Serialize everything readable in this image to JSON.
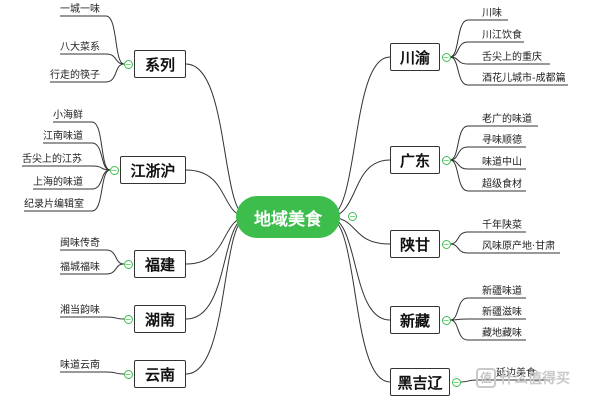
{
  "center": "地域美食",
  "collapse_symbol": "−",
  "left": [
    {
      "label": "系列",
      "items": [
        "一城一味",
        "八大菜系",
        "行走的筷子"
      ]
    },
    {
      "label": "江浙沪",
      "items": [
        "小海鲜",
        "江南味道",
        "舌尖上的江苏",
        "上海的味道",
        "纪录片编辑室"
      ]
    },
    {
      "label": "福建",
      "items": [
        "闽味传奇",
        "福城福味"
      ]
    },
    {
      "label": "湖南",
      "items": [
        "湘当韵味"
      ]
    },
    {
      "label": "云南",
      "items": [
        "味道云南"
      ]
    }
  ],
  "right": [
    {
      "label": "川渝",
      "items": [
        "川味",
        "川江饮食",
        "舌尖上的重庆",
        "酒花儿城市-成都篇"
      ]
    },
    {
      "label": "广东",
      "items": [
        "老广的味道",
        "寻味顺德",
        "味道中山",
        "超级食材"
      ]
    },
    {
      "label": "陕甘",
      "items": [
        "千年陕菜",
        "风味原产地·甘肃"
      ]
    },
    {
      "label": "新藏",
      "items": [
        "新疆味道",
        "新疆滋味",
        "藏地藏味"
      ]
    },
    {
      "label": "黑吉辽",
      "items": [
        "延边美食"
      ]
    }
  ],
  "watermark": {
    "icon": "值",
    "text": "什么值得买",
    "color": "#c9c9c9"
  },
  "colors": {
    "accent": "#3dbd4c",
    "line": "#333333"
  }
}
